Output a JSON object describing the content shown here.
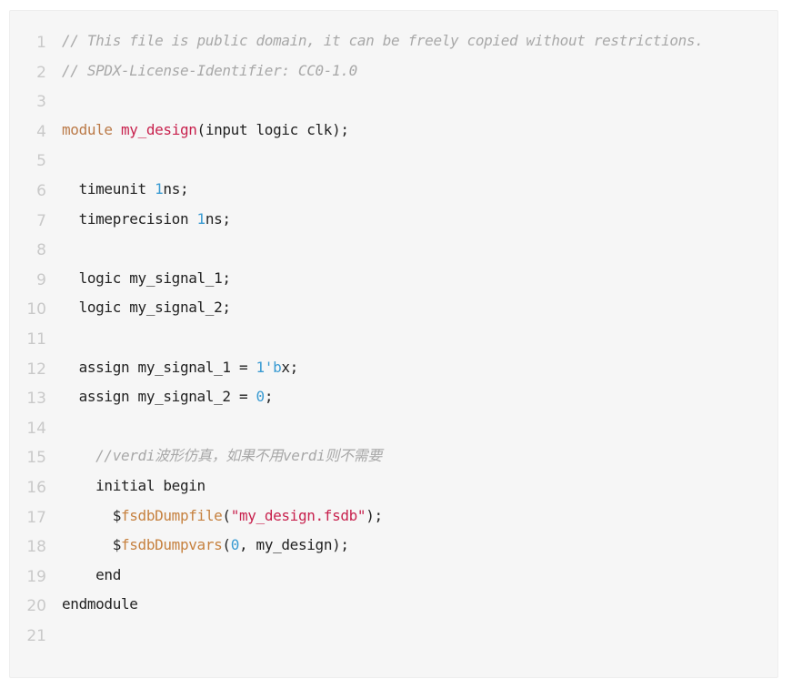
{
  "code_block": {
    "language": "systemverilog",
    "lines": [
      {
        "n": "1",
        "tokens": [
          {
            "t": "// This file is public domain, it can be freely copied without restrictions.",
            "c": "cm"
          }
        ]
      },
      {
        "n": "2",
        "tokens": [
          {
            "t": "// SPDX-License-Identifier: CC0-1.0",
            "c": "cm"
          }
        ]
      },
      {
        "n": "3",
        "tokens": []
      },
      {
        "n": "4",
        "tokens": [
          {
            "t": "module",
            "c": "kw"
          },
          {
            "t": " ",
            "c": ""
          },
          {
            "t": "my_design",
            "c": "nm"
          },
          {
            "t": "(input logic clk);",
            "c": ""
          }
        ]
      },
      {
        "n": "5",
        "tokens": []
      },
      {
        "n": "6",
        "tokens": [
          {
            "t": "  timeunit ",
            "c": ""
          },
          {
            "t": "1",
            "c": "num"
          },
          {
            "t": "ns;",
            "c": ""
          }
        ]
      },
      {
        "n": "7",
        "tokens": [
          {
            "t": "  timeprecision ",
            "c": ""
          },
          {
            "t": "1",
            "c": "num"
          },
          {
            "t": "ns;",
            "c": ""
          }
        ]
      },
      {
        "n": "8",
        "tokens": []
      },
      {
        "n": "9",
        "tokens": [
          {
            "t": "  logic my_signal_1;",
            "c": ""
          }
        ]
      },
      {
        "n": "10",
        "tokens": [
          {
            "t": "  logic my_signal_2;",
            "c": ""
          }
        ]
      },
      {
        "n": "11",
        "tokens": []
      },
      {
        "n": "12",
        "tokens": [
          {
            "t": "  assign my_signal_1 = ",
            "c": ""
          },
          {
            "t": "1'b",
            "c": "num"
          },
          {
            "t": "x;",
            "c": ""
          }
        ]
      },
      {
        "n": "13",
        "tokens": [
          {
            "t": "  assign my_signal_2 = ",
            "c": ""
          },
          {
            "t": "0",
            "c": "num"
          },
          {
            "t": ";",
            "c": ""
          }
        ]
      },
      {
        "n": "14",
        "tokens": []
      },
      {
        "n": "15",
        "tokens": [
          {
            "t": "    //verdi波形仿真，如果不用verdi则不需要",
            "c": "cm"
          }
        ]
      },
      {
        "n": "16",
        "tokens": [
          {
            "t": "    initial begin",
            "c": ""
          }
        ]
      },
      {
        "n": "17",
        "tokens": [
          {
            "t": "      $",
            "c": ""
          },
          {
            "t": "fsdbDumpfile",
            "c": "fn"
          },
          {
            "t": "(",
            "c": ""
          },
          {
            "t": "\"my_design.fsdb\"",
            "c": "str"
          },
          {
            "t": ");",
            "c": ""
          }
        ]
      },
      {
        "n": "18",
        "tokens": [
          {
            "t": "      $",
            "c": ""
          },
          {
            "t": "fsdbDumpvars",
            "c": "fn"
          },
          {
            "t": "(",
            "c": ""
          },
          {
            "t": "0",
            "c": "num"
          },
          {
            "t": ", my_design);",
            "c": ""
          }
        ]
      },
      {
        "n": "19",
        "tokens": [
          {
            "t": "    end",
            "c": ""
          }
        ]
      },
      {
        "n": "20",
        "tokens": [
          {
            "t": "endmodule",
            "c": ""
          }
        ]
      },
      {
        "n": "21",
        "tokens": []
      }
    ]
  },
  "colors": {
    "background": "#f6f6f6",
    "line_number": "#c9c9c9",
    "comment": "#a8a8a8",
    "keyword": "#bb7a48",
    "identifier": "#c8224e",
    "number": "#3a9bd2",
    "string": "#c8224e",
    "system_task": "#c6813f",
    "text": "#222222"
  }
}
